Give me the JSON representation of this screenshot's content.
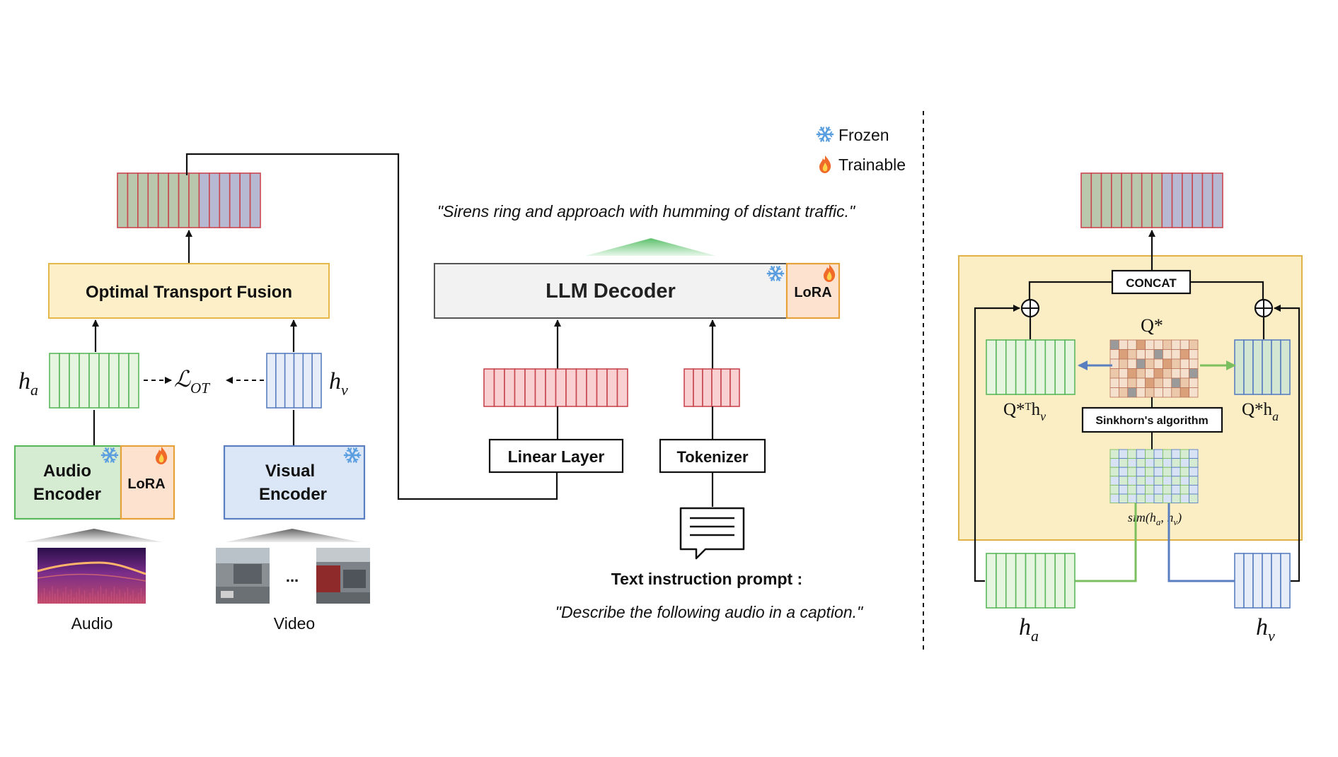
{
  "legend": {
    "frozen_label": "Frozen",
    "trainable_label": "Trainable",
    "frozen_icon": "snowflake-icon",
    "trainable_icon": "flame-icon"
  },
  "left": {
    "ot_fusion_label": "Optimal Transport Fusion",
    "audio_encoder_label": [
      "Audio",
      "Encoder"
    ],
    "visual_encoder_label": [
      "Visual",
      "Encoder"
    ],
    "lora_label": "LoRA",
    "audio_input_label": "Audio",
    "video_input_label": "Video",
    "video_ellipsis": "...",
    "ha_symbol": "h",
    "ha_sub": "a",
    "hv_symbol": "h",
    "hv_sub": "v",
    "loss_symbol": "ℒ",
    "loss_sub": "OT"
  },
  "center": {
    "caption_output": "\"Sirens ring and approach with humming of distant traffic.\"",
    "llm_decoder_label": "LLM Decoder",
    "lora_label": "LoRA",
    "linear_layer_label": "Linear Layer",
    "tokenizer_label": "Tokenizer",
    "prompt_title": "Text instruction prompt :",
    "prompt_text": "\"Describe the following audio in a caption.\""
  },
  "right": {
    "concat_label": "CONCAT",
    "q_star_label": "Q*",
    "q_left_label": "Q*ᵀh",
    "q_left_sub": "v",
    "q_right_label": "Q*h",
    "q_right_sub": "a",
    "sinkhorn_label": "Sinkhorn's algorithm",
    "sim_label": "sim(h",
    "ha_symbol": "h",
    "ha_sub": "a",
    "hv_symbol": "h",
    "hv_sub": "v"
  },
  "colors": {
    "green_fill": "#e6f5e0",
    "green_stroke": "#5cb85c",
    "blue_fill": "#e6edf8",
    "blue_stroke": "#5a7fc0",
    "red_fill": "#f8d0d2",
    "red_stroke": "#c9474f",
    "fusion_fill": "#fdf0c8",
    "fusion_stroke": "#e6b84a",
    "lora_fill": "#fde3cf",
    "lora_stroke": "#e6a13a",
    "panel_fill": "#fbedc4",
    "panel_stroke": "#e0b24a",
    "audio_enc_fill": "#d6ecd2",
    "visual_enc_fill": "#dbe7f7"
  }
}
